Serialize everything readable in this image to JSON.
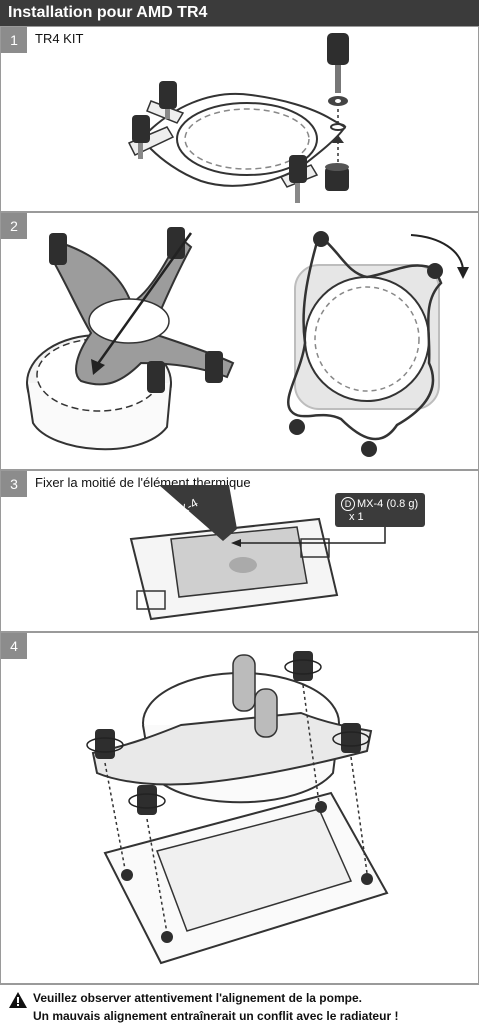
{
  "header": {
    "title": "Installation pour  AMD TR4"
  },
  "steps": [
    {
      "number": "1",
      "caption": "TR4 KIT"
    },
    {
      "number": "2",
      "caption": ""
    },
    {
      "number": "3",
      "caption": "Fixer la moitié de l'élément thermique"
    },
    {
      "number": "4",
      "caption": ""
    }
  ],
  "thermal_paste": {
    "badge_letter": "D",
    "label": "MX-4 (0.8 g)",
    "quantity": "x 1",
    "tube_text": "MX-4"
  },
  "warning": {
    "line1": "Veuillez observer attentivement l'alignement de la pompe.",
    "line2": "Un mauvais alignement entraînerait un conflit avec le radiateur !"
  }
}
